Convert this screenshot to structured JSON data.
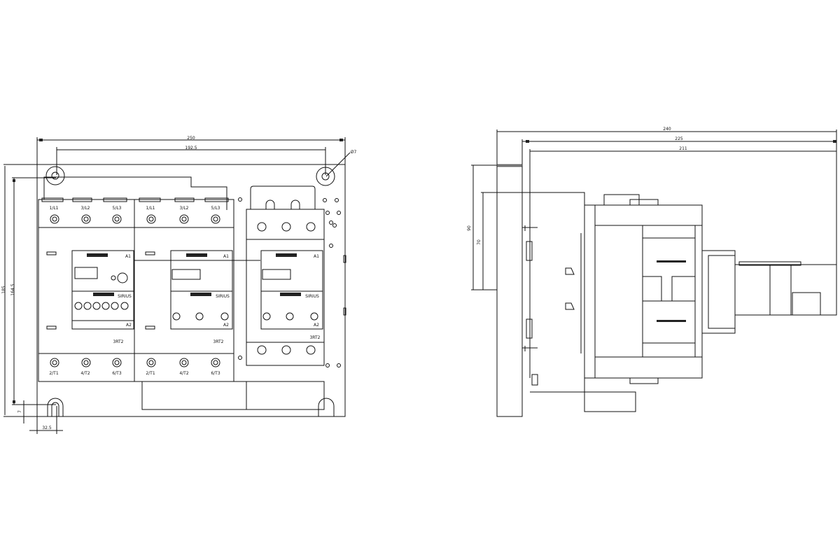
{
  "front_view": {
    "dimensions": {
      "overall_width": "250",
      "hole_spacing_horizontal": "192.5",
      "hole_diameter": "Ø7",
      "overall_height": "185",
      "hole_spacing_vertical": "164.5",
      "hole_offset_bottom": "7",
      "hole_offset_left": "32.5"
    },
    "contactors": [
      {
        "top_terminals": [
          "1/L1",
          "3/L2",
          "5/L3"
        ],
        "bottom_terminals": [
          "2/T1",
          "4/T2",
          "6/T3"
        ],
        "type_label": "3RT2",
        "brand": "SIRIUS",
        "coil_terminals": [
          "A1",
          "A2"
        ]
      },
      {
        "top_terminals": [
          "1/L1",
          "3/L2",
          "5/L3"
        ],
        "bottom_terminals": [
          "2/T1",
          "4/T2",
          "6/T3"
        ],
        "type_label": "3RT2",
        "brand": "SIRIUS",
        "coil_terminals": [
          "A1",
          "A2"
        ]
      },
      {
        "type_label": "3RT2",
        "brand": "SIRIUS",
        "coil_terminals": [
          "A1",
          "A2"
        ]
      }
    ]
  },
  "side_view": {
    "dimensions": {
      "overall_depth": "240",
      "depth_from_plate": "225",
      "depth_from_rail": "211",
      "height_upper": "90",
      "height_lower": "70"
    }
  }
}
